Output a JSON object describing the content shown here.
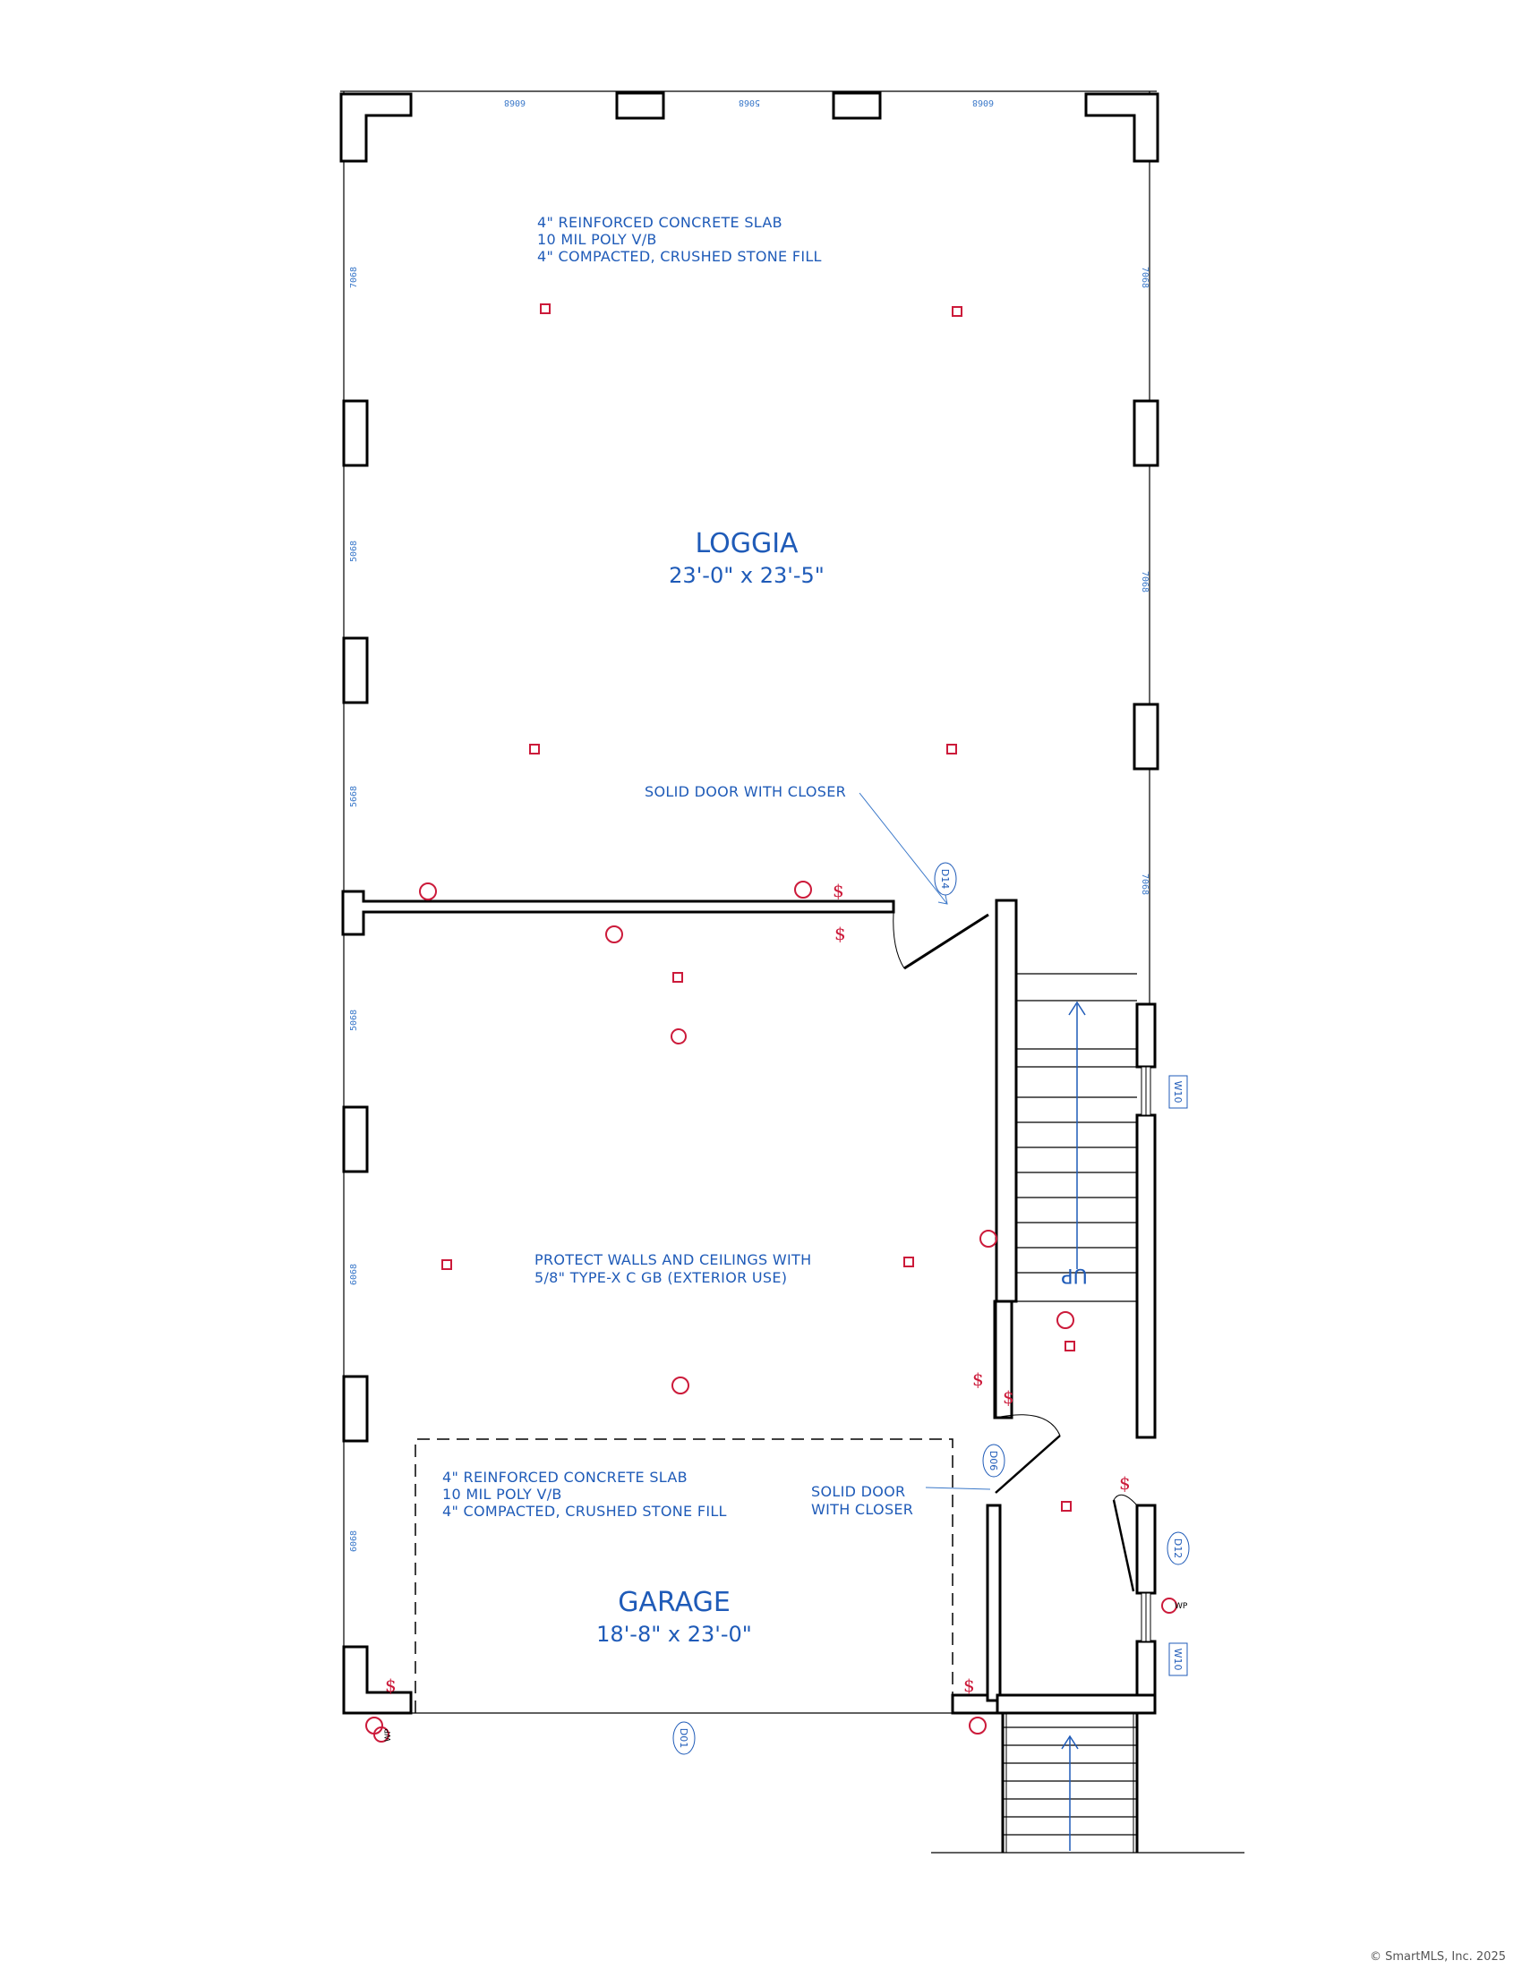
{
  "loggia": {
    "slab_notes": [
      "4\" REINFORCED CONCRETE SLAB",
      "10 MIL POLY V/B",
      "4\" COMPACTED, CRUSHED STONE FILL"
    ],
    "name": "LOGGIA",
    "dims": "23'-0\" x 23'-5\"",
    "door_note": "SOLID DOOR WITH CLOSER",
    "door_tag": "D14"
  },
  "garage": {
    "wall_note": [
      "PROTECT WALLS AND CEILINGS WITH",
      "5/8\" TYPE-X C GB (EXTERIOR USE)"
    ],
    "slab_notes": [
      "4\" REINFORCED CONCRETE SLAB",
      "10 MIL POLY V/B",
      "4\" COMPACTED, CRUSHED STONE FILL"
    ],
    "name": "GARAGE",
    "dims": "18'-8\" x 23'-0\"",
    "door_tag": "D01"
  },
  "stair": {
    "up_label": "UP",
    "door_note": [
      "SOLID DOOR",
      "WITH CLOSER"
    ],
    "door_tag_1": "D06",
    "door_tag_2": "D12",
    "window_tag_1": "W10",
    "window_tag_2": "W10",
    "wp_1": "WP",
    "wp_2": "WP"
  },
  "window_labels": {
    "top_1": "6068",
    "top_2": "5068",
    "top_3": "6068",
    "left_1": "7068",
    "left_2": "5068",
    "left_3": "5668",
    "left_4": "5068",
    "left_5": "6068",
    "left_6": "6068",
    "right_1": "7068",
    "right_2": "7068",
    "right_3": "7068"
  },
  "switch_symbol": "$",
  "copyright": "© SmartMLS, Inc.  2025",
  "colors": {
    "annotation": "#1f5bb8",
    "electrical": "#cc1a3a",
    "wall": "#000000"
  }
}
